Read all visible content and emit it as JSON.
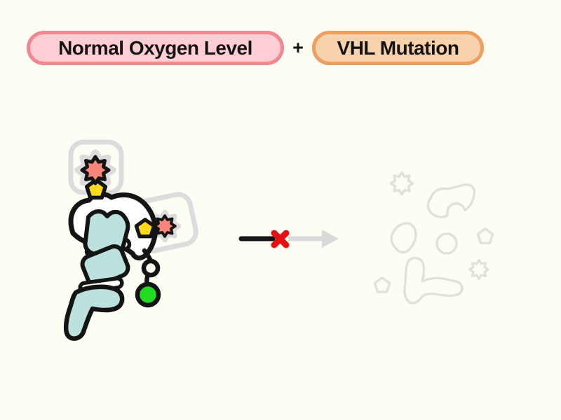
{
  "header": {
    "left_badge": "Normal Oxygen Level",
    "separator": "+",
    "right_badge": "VHL Mutation"
  },
  "illustrations": {
    "left": "vhl-protein-complex-with-tags",
    "middle": "degradation-arrow-blocked-by-red-cross",
    "right": "faded-protein-fragments-not-degraded"
  },
  "colors": {
    "background": "#FDFDF4",
    "pink_badge_fill": "#FFCDD3",
    "pink_badge_border": "#F2888F",
    "orange_badge_fill": "#F8D2AC",
    "orange_badge_border": "#EC9F5E",
    "protein_teal": "#BCE2DE",
    "star_salmon": "#F8867C",
    "pentagon_yellow": "#FFD91C",
    "ball_green": "#22DB22",
    "outline_black": "#141414",
    "faded_gray": "#E0E0DC",
    "arrow_gray": "#D9D9D9",
    "cross_red": "#E41212"
  }
}
